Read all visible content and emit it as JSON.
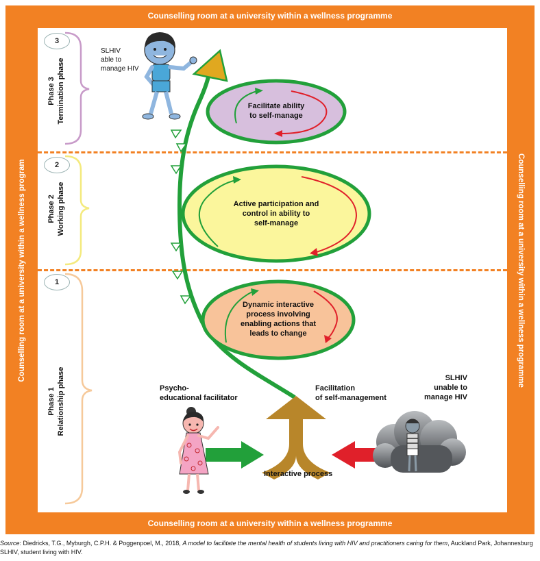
{
  "frame": {
    "top": "Counselling room at a university within a wellness programme",
    "bottom": "Counselling room at a university within a wellness programme",
    "left": "Counselling room at a university within a wellness program",
    "right": "Counselling room at a university within a wellness programme"
  },
  "phases": [
    {
      "number": "3",
      "line1": "Phase 3",
      "line2": "Termination phase",
      "color": "#c89bc9"
    },
    {
      "number": "2",
      "line1": "Phase 2",
      "line2": "Working phase",
      "color": "#f4ea7e"
    },
    {
      "number": "1",
      "line1": "Phase 1",
      "line2": "Relationship phase",
      "color": "#f6c99a"
    }
  ],
  "ovals": [
    {
      "text": "Facilitate ability to self-manage",
      "line1": "Facilitate ability",
      "line2": "to self-manage",
      "fill": "#d7bfdd"
    },
    {
      "line1": "Active participation and",
      "line2": "control in ability to",
      "line3": "self-manage",
      "fill": "#fbf69c"
    },
    {
      "line1": "Dynamic interactive",
      "line2": "process involving",
      "line3": "enabling actions that",
      "line4": "leads to change",
      "fill": "#f8c39a"
    }
  ],
  "labels": {
    "slhiv_able": {
      "line1": "SLHIV",
      "line2": "able to",
      "line3": "manage HIV"
    },
    "facilitator": {
      "line1": "Psycho-",
      "line2": "educational facilitator"
    },
    "facilitation": {
      "line1": "Facilitation",
      "line2": "of self-management"
    },
    "slhiv_unable": {
      "line1": "SLHIV",
      "line2": "unable to",
      "line3": "manage HIV"
    },
    "interactive": "Interactive process"
  },
  "source": {
    "label": "Source",
    "authors": ": Diedricks, T.G., Myburgh, C.P.H. & Poggenpoel, M., 2018, ",
    "title": "A model to facilitate the mental health of students living with HIV and practitioners caring for them",
    "publisher": ", Auckland Park, Johannesburg",
    "line2": "SLHIV, student living with HIV."
  },
  "colors": {
    "frame": "#f28123",
    "stem": "#22a03a",
    "arrow_red": "#e0202a",
    "arrow_brown": "#b8862a",
    "apex": "#e0a820"
  }
}
